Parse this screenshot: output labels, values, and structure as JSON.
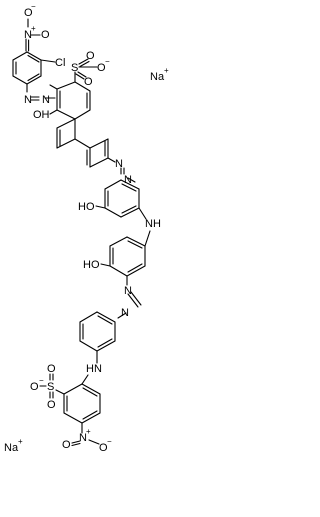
{
  "labels": {
    "nitro_top_o_minus": "O",
    "nitro_top_minus": "−",
    "nitro_top_n": "N",
    "nitro_top_plus": "+",
    "nitro_top_o": "O",
    "cl": "Cl",
    "na_top": "Na",
    "na_top_plus": "+",
    "azo1_n1": "N",
    "azo1_n2": "N",
    "so3_s": "S",
    "so3_o1": "O",
    "so3_o2": "O",
    "so3_o3": "O",
    "so3_minus": "−",
    "oh_naphthol": "OH",
    "azo2_n1": "N",
    "azo2_n2": "N",
    "ho_ring1": "HO",
    "nh_mid": "N",
    "nh_mid_h": "H",
    "ho_ring2": "HO",
    "azo3_n1": "N",
    "azo3_n2": "N",
    "hn_bottom": "HN",
    "so3b_s": "S",
    "so3b_o1": "O",
    "so3b_o2": "O",
    "so3b_o3": "O",
    "so3b_minus": "−",
    "na_bottom": "Na",
    "na_bottom_plus": "+",
    "nitro_bot_o": "O",
    "nitro_bot_n": "N",
    "nitro_bot_plus": "+",
    "nitro_bot_o_minus": "O",
    "nitro_bot_minus": "−"
  }
}
